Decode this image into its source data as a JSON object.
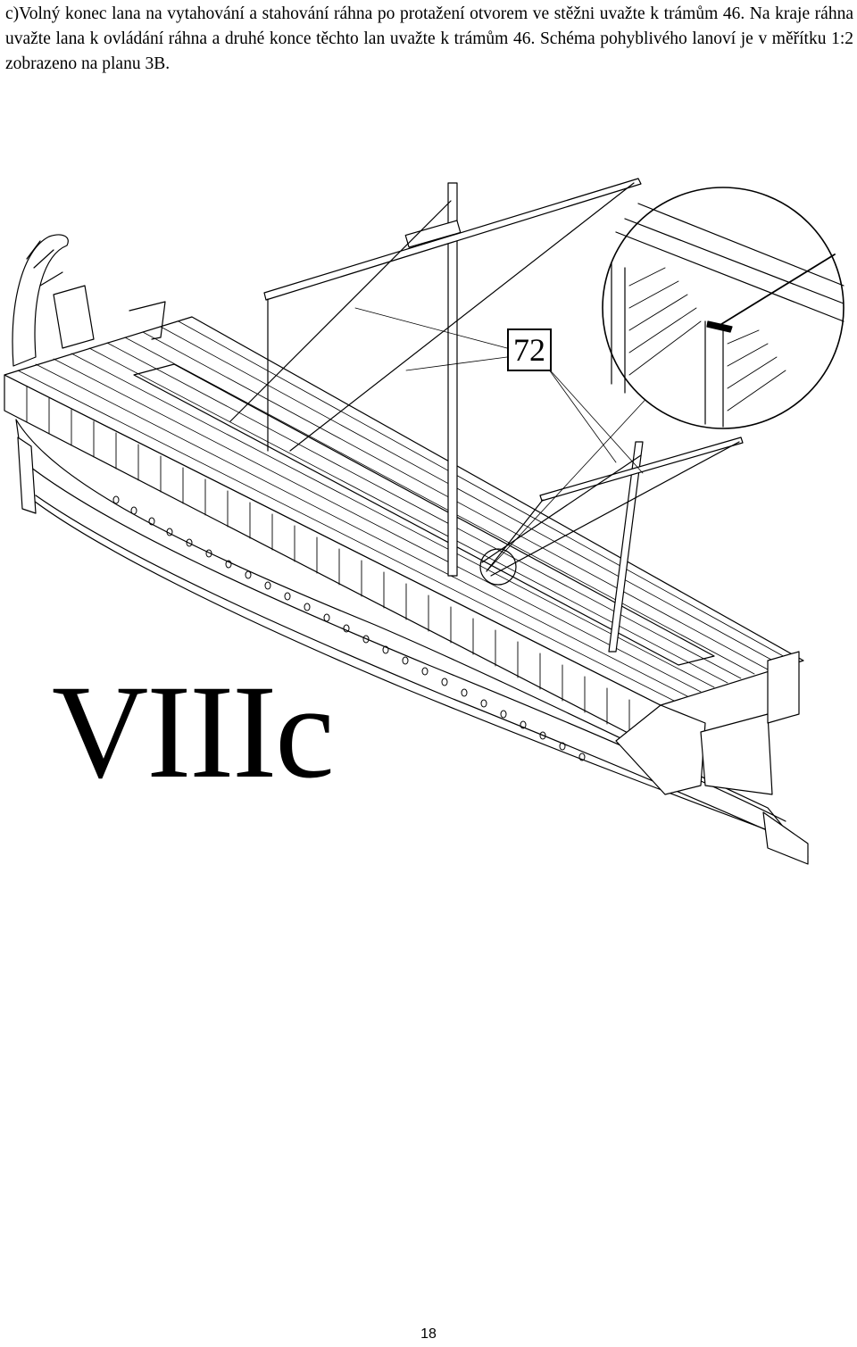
{
  "instructions": {
    "text": "c)Volný konec lana na vytahování a stahování ráhna po protažení otvorem ve stěžni uvažte k trámům 46. Na kraje ráhna uvažte lana k ovládání ráhna a druhé konce těchto lan uvažte k trámům 46. Schéma pohyblivého lanoví je v měřítku 1:2 zobrazeno na planu 3B."
  },
  "illustration": {
    "step_label": "VIIIc",
    "part_callout": "72"
  },
  "footer": {
    "page_number": "18"
  }
}
